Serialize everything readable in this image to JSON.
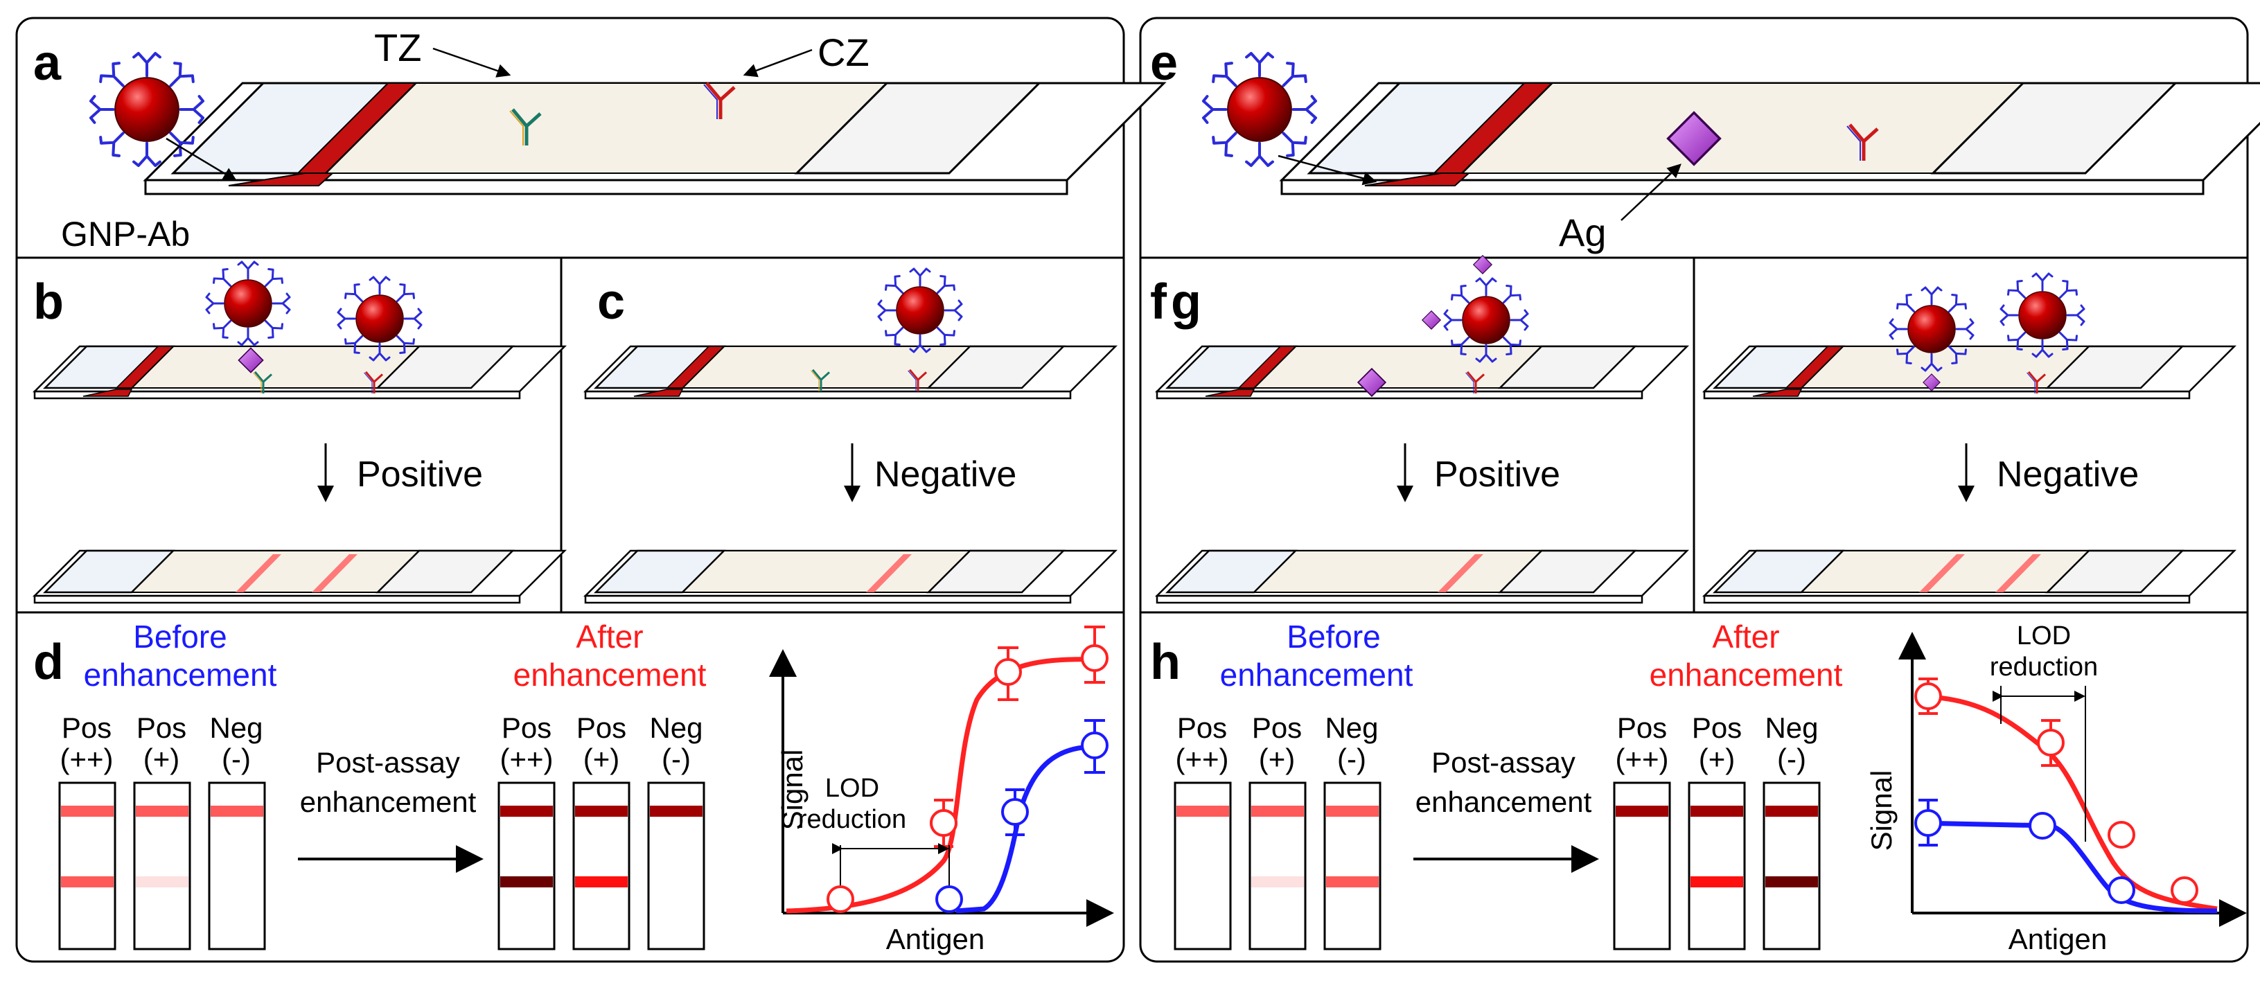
{
  "panels": {
    "a": {
      "label": "a",
      "tz": "TZ",
      "cz": "CZ",
      "gnp": "GNP-Ab"
    },
    "b": {
      "label": "b",
      "result": "Positive"
    },
    "c": {
      "label": "c",
      "result": "Negative"
    },
    "d": {
      "label": "d"
    },
    "e": {
      "label": "e",
      "ag": "Ag"
    },
    "f": {
      "label": "f",
      "result": "Positive"
    },
    "g": {
      "label": "g",
      "result": "Negative"
    },
    "h": {
      "label": "h"
    }
  },
  "enhancement": {
    "before_line1": "Before",
    "before_line2": "enhancement",
    "after_line1": "After",
    "after_line2": "enhancement",
    "arrow_line1": "Post-assay",
    "arrow_line2": "enhancement",
    "strip_labels": [
      "Pos",
      "Pos",
      "Neg"
    ],
    "strip_sublabels": [
      "(++)",
      "(+)",
      "(-)"
    ],
    "lod_line1": "LOD",
    "lod_line2": "reduction",
    "y_axis": "Signal",
    "x_axis": "Antigen"
  },
  "colors": {
    "gnp": "#b30000",
    "antibody_blue": "#2b2bd9",
    "antibody_green": "#1a7a66",
    "antigen": "#b84dd6",
    "line_red": "#ff2222",
    "line_blue": "#1a1aff",
    "strip_pad": "#f6f1e7"
  }
}
